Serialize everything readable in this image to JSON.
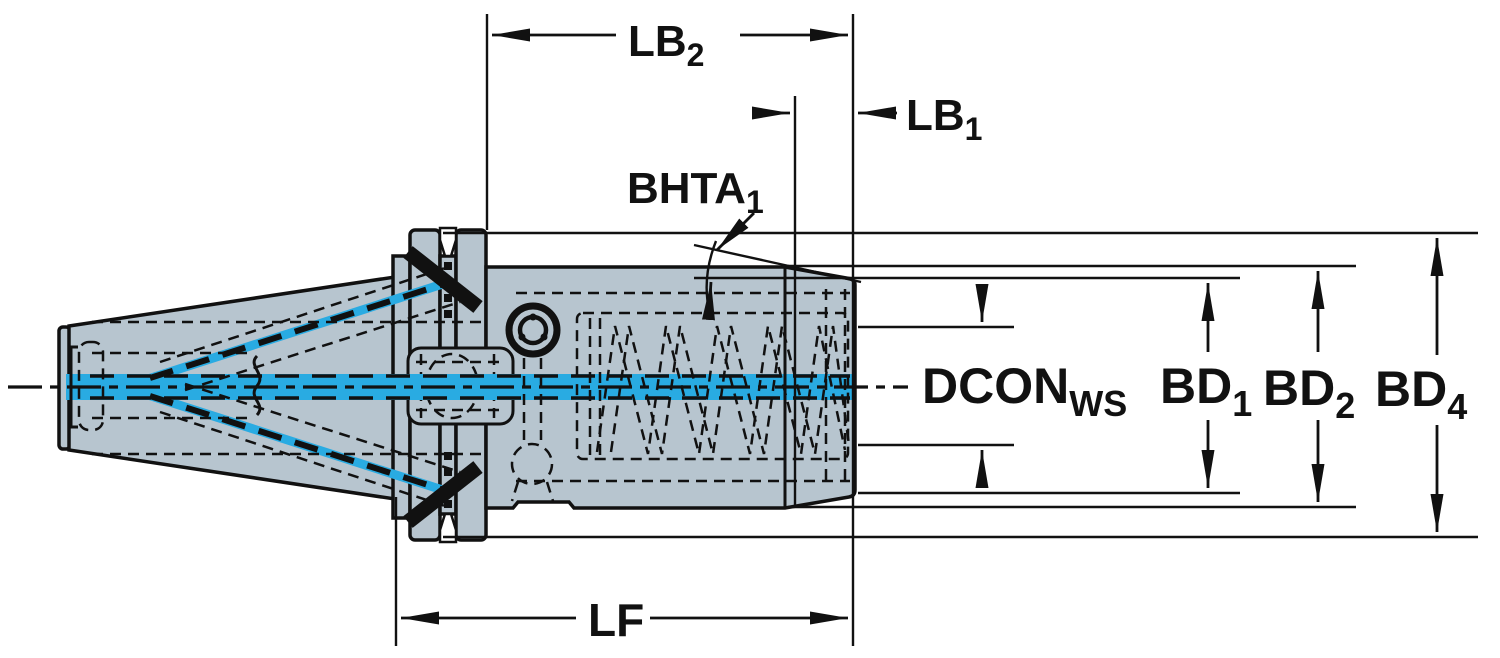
{
  "drawing_type": "tool-holder-dimension-drawing",
  "colors": {
    "body_fill": "#b7c5cf",
    "coolant_highlight": "#29abe2",
    "line": "#111111",
    "background": "#ffffff"
  },
  "dimension_labels": {
    "lb2": {
      "base": "LB",
      "sub": "2"
    },
    "lb1": {
      "base": "LB",
      "sub": "1"
    },
    "bhta1": {
      "base": "BHTA",
      "sub": "1"
    },
    "dcon_ws": {
      "base": "DCON",
      "sub": "WS"
    },
    "bd1": {
      "base": "BD",
      "sub": "1"
    },
    "bd2": {
      "base": "BD",
      "sub": "2"
    },
    "bd4": {
      "base": "BD",
      "sub": "4"
    },
    "lf": {
      "base": "LF",
      "sub": ""
    }
  }
}
